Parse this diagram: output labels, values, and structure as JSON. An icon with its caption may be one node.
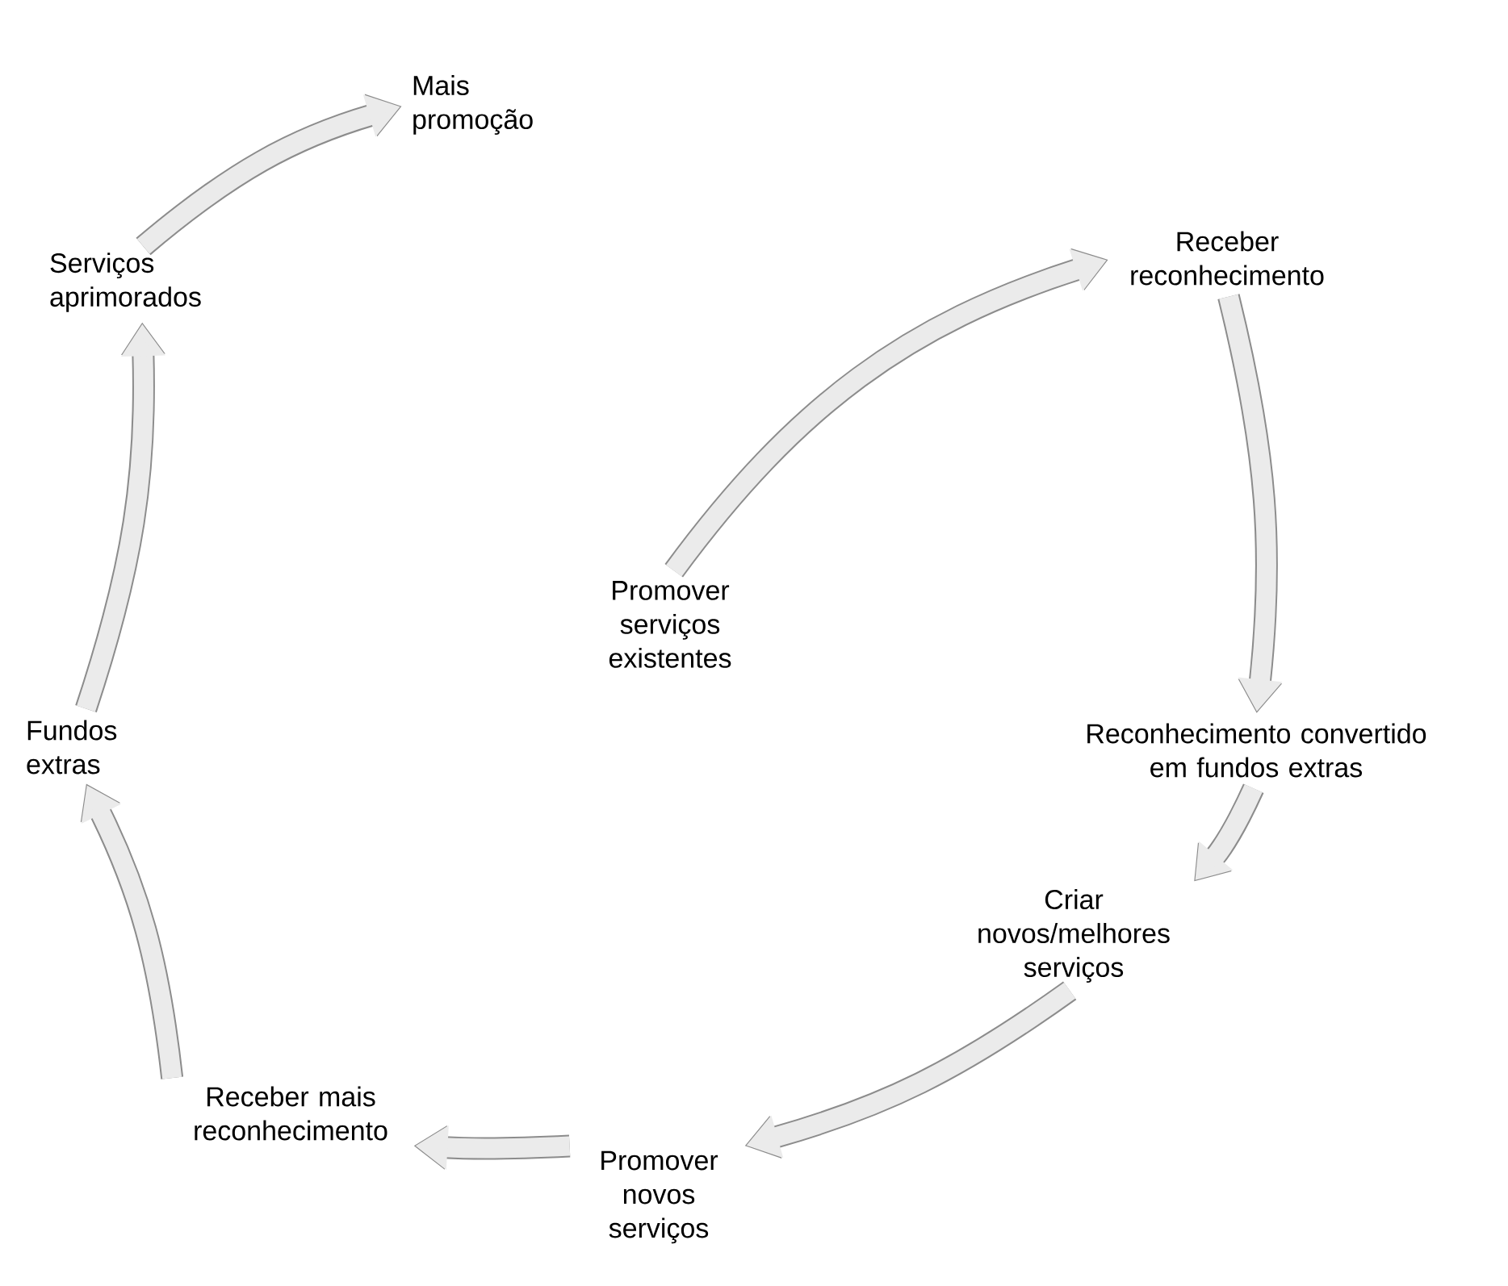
{
  "diagram": {
    "nodes": [
      {
        "text": [
          "Promover serviços existentes"
        ]
      },
      {
        "text": [
          "Receber reconhecimento"
        ]
      },
      {
        "text": [
          "Reconhecimento convertido em fundos extras"
        ]
      },
      {
        "text": [
          "Criar novos/melhores serviços"
        ]
      },
      {
        "text": [
          "Promover novos serviços"
        ]
      },
      {
        "text": [
          "Receber mais reconhecimento"
        ]
      },
      {
        "text": [
          "Fundos extras"
        ]
      },
      {
        "text": [
          "Serviços aprimorados"
        ]
      },
      {
        "text": [
          "Mais promoção"
        ]
      }
    ],
    "edges": [
      {
        "from": 0,
        "to": 1,
        "arrow": "to"
      },
      {
        "from": 1,
        "to": 2,
        "arrow": "to"
      },
      {
        "from": 2,
        "to": 3,
        "arrow": "to"
      },
      {
        "from": 3,
        "to": 4,
        "arrow": "to"
      },
      {
        "from": 4,
        "to": 5,
        "arrow": "to"
      },
      {
        "from": 5,
        "to": 6,
        "arrow": "to"
      },
      {
        "from": 6,
        "to": 7,
        "arrow": "to"
      },
      {
        "from": 7,
        "to": 8,
        "arrow": "to"
      }
    ]
  }
}
